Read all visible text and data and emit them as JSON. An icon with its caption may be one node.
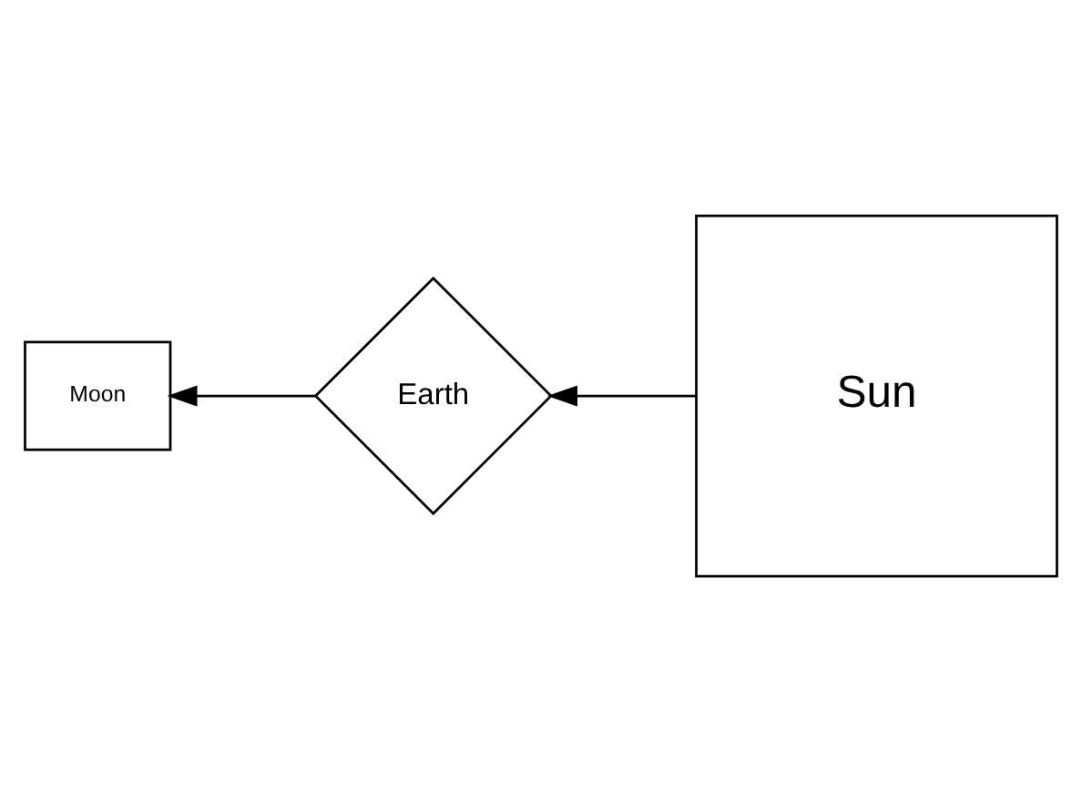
{
  "diagram": {
    "nodes": [
      {
        "text": [
          "Sun"
        ]
      },
      {
        "text": [
          "Earth"
        ]
      },
      {
        "text": [
          "Moon"
        ]
      }
    ],
    "edges": [
      {
        "from": 0,
        "to": 1,
        "arrow": "to"
      },
      {
        "from": 1,
        "to": 2,
        "arrow": "to"
      }
    ]
  }
}
